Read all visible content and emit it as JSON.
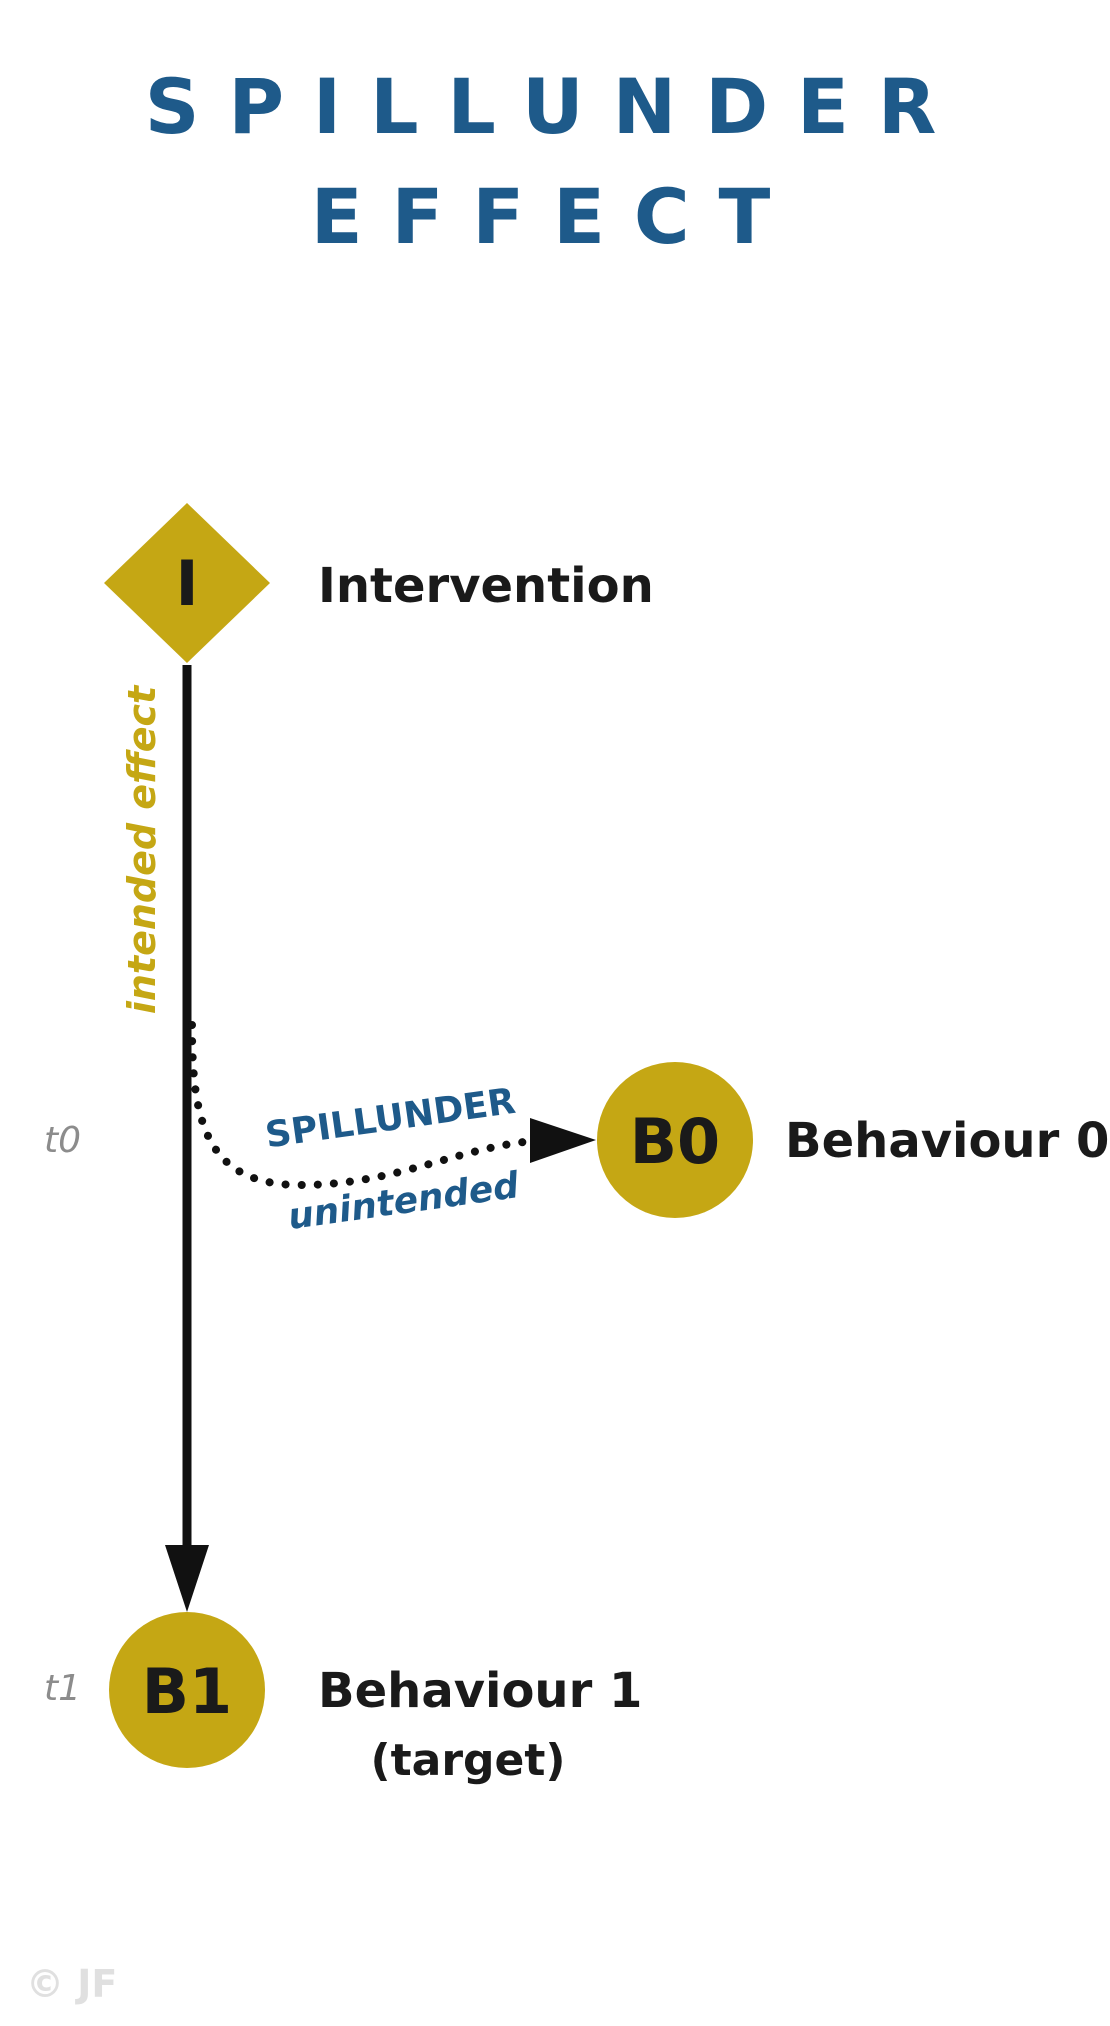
{
  "title": {
    "line1": "SPILLUNDER",
    "line2": "EFFECT"
  },
  "nodes": {
    "intervention": {
      "symbol": "I",
      "label": "Intervention"
    },
    "b0": {
      "symbol": "B0",
      "label": "Behaviour 0"
    },
    "b1": {
      "symbol": "B1",
      "label": "Behaviour 1",
      "sublabel": "(target)"
    }
  },
  "edges": {
    "intended": {
      "label": "intended effect"
    },
    "spill": {
      "label": "SPILLUNDER",
      "sublabel": "unintended"
    }
  },
  "time_labels": {
    "t0": "t0",
    "t1": "t1"
  },
  "copyright": "© JF",
  "colors": {
    "title": "#1e5a8a",
    "node_fill": "#c5a714",
    "intended_label": "#c5a714",
    "spill_label": "#1e5a8a",
    "text": "#1a1a1a",
    "time_label": "#8c8c8c",
    "copyright": "#e0e0e0"
  }
}
